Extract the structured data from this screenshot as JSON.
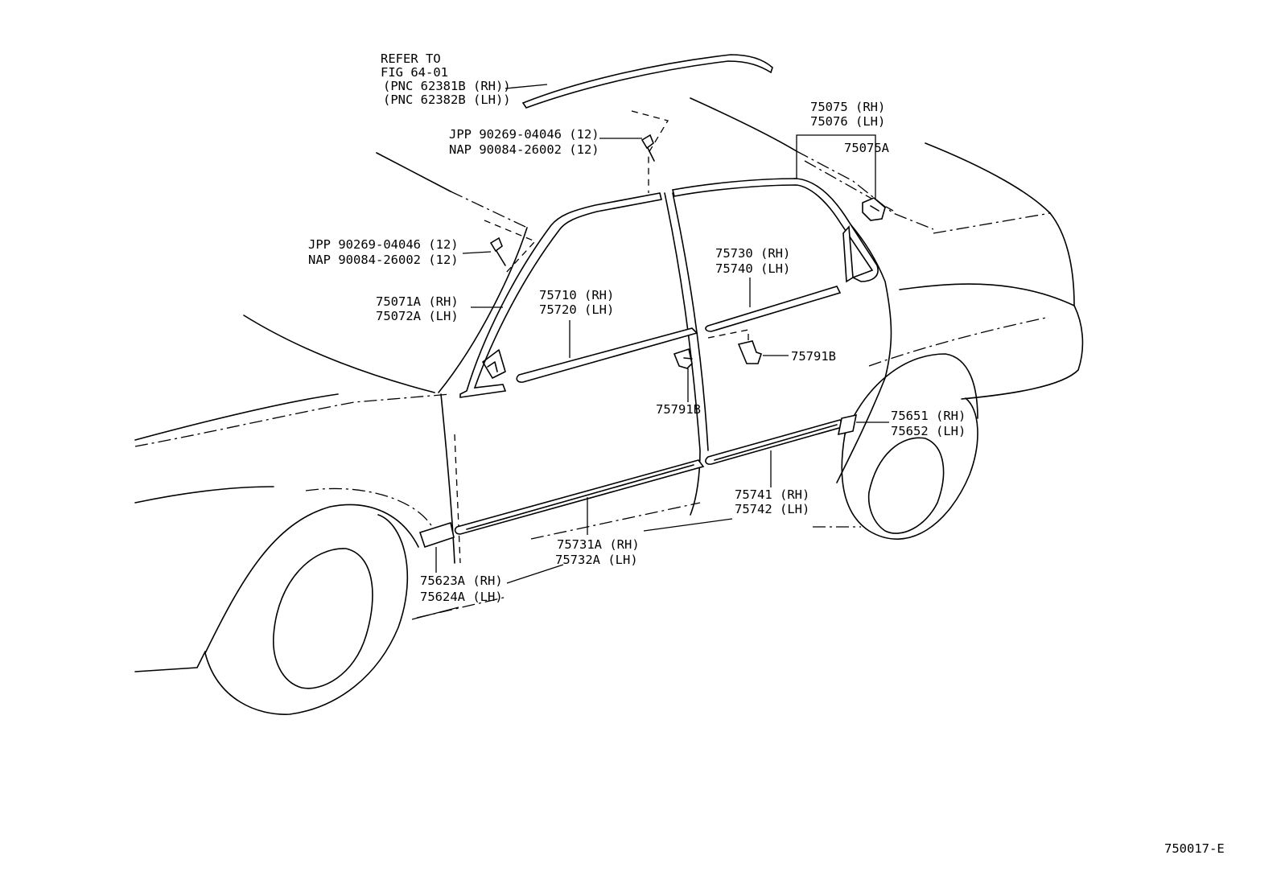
{
  "diagram_id": "750017-E",
  "labels": {
    "refer_line1": "REFER TO",
    "refer_line2": "FIG 64-01",
    "refer_line3": "(PNC 62381B (RH))",
    "refer_line4": "(PNC 62382B (LH))",
    "clip_a_line1": "JPP 90269-04046 (12)",
    "clip_a_line2": "NAP 90084-26002 (12)",
    "clip_b_line1": "JPP 90269-04046 (12)",
    "clip_b_line2": "NAP 90084-26002 (12)",
    "p75075_rh": "75075 (RH)",
    "p75076_lh": "75076 (LH)",
    "p75075a": "75075A",
    "p75071a_rh": "75071A (RH)",
    "p75072a_lh": "75072A (LH)",
    "p75710_rh": "75710 (RH)",
    "p75720_lh": "75720 (LH)",
    "p75730_rh": "75730 (RH)",
    "p75740_lh": "75740 (LH)",
    "p75791b_front": "75791B",
    "p75791b_rear": "75791B",
    "p75651_rh": "75651 (RH)",
    "p75652_lh": "75652 (LH)",
    "p75741_rh": "75741 (RH)",
    "p75742_lh": "75742 (LH)",
    "p75731a_rh": "75731A (RH)",
    "p75732a_lh": "75732A (LH)",
    "p75623a_rh": "75623A (RH)",
    "p75624a_lh": "75624A (LH)"
  }
}
